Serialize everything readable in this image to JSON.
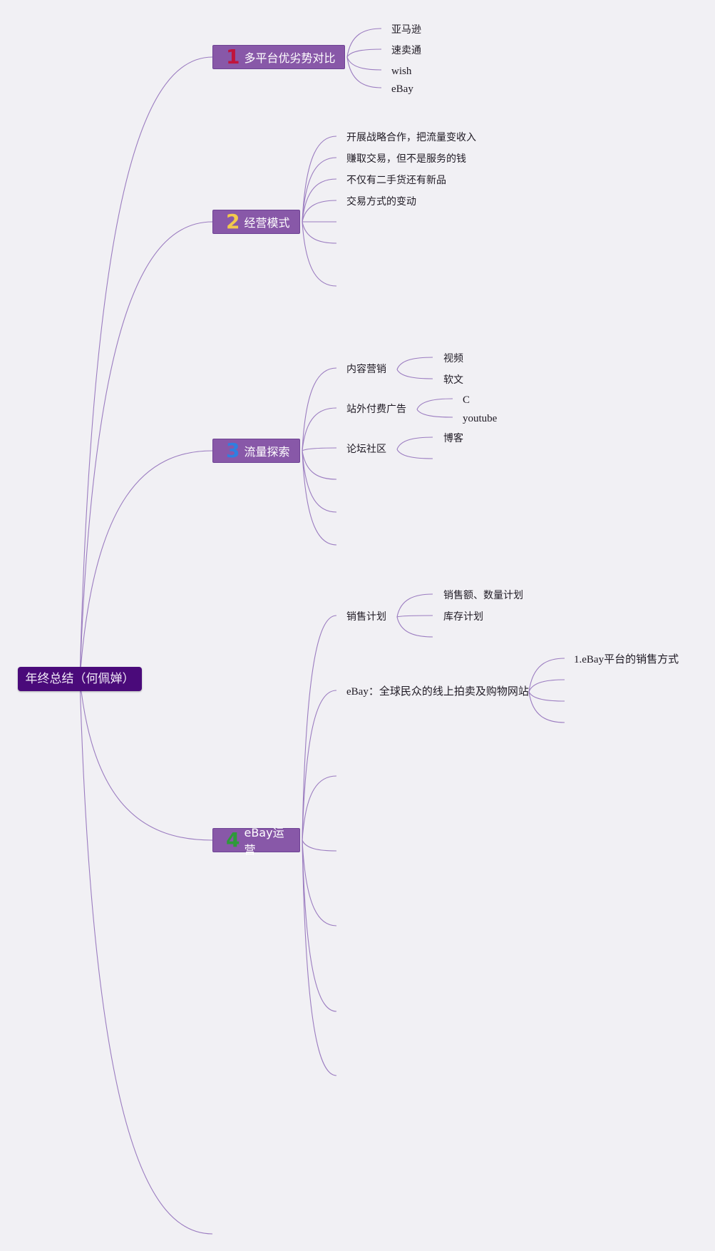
{
  "root": {
    "label": "年终总结（何佩婵）"
  },
  "branches": [
    {
      "number": "1",
      "number_color": "#c0143c",
      "label": "多平台优劣势对比",
      "children": [
        "亚马逊",
        "速卖通",
        "wish",
        "eBay"
      ]
    },
    {
      "number": "2",
      "number_color": "#f2c94c",
      "label": "经营模式",
      "children": [
        "开展战略合作，把流量变收入",
        "赚取交易，但不是服务的钱",
        "不仅有二手货还有新品",
        "交易方式的变动"
      ]
    },
    {
      "number": "3",
      "number_color": "#2f7fe0",
      "label": "流量探索",
      "children": [
        {
          "label": "内容营销",
          "children": [
            "视频",
            "软文"
          ]
        },
        {
          "label": "站外付费广告",
          "children": [
            "C",
            "youtube"
          ]
        },
        {
          "label": "论坛社区",
          "children": [
            "博客"
          ]
        }
      ]
    },
    {
      "number": "4",
      "number_color": "#2e9a3a",
      "label": "eBay运营",
      "children": [
        {
          "label": "销售计划",
          "children": [
            "销售额、数量计划",
            "库存计划"
          ]
        },
        {
          "label": "eBay：全球民众的线上拍卖及购物网站",
          "children": [
            "1.eBay平台的销售方式"
          ]
        }
      ]
    }
  ],
  "colors": {
    "background": "#f1f0f4",
    "root": "#4a0a7a",
    "branch": "#8858a8",
    "edge": "#9b7cc0"
  }
}
